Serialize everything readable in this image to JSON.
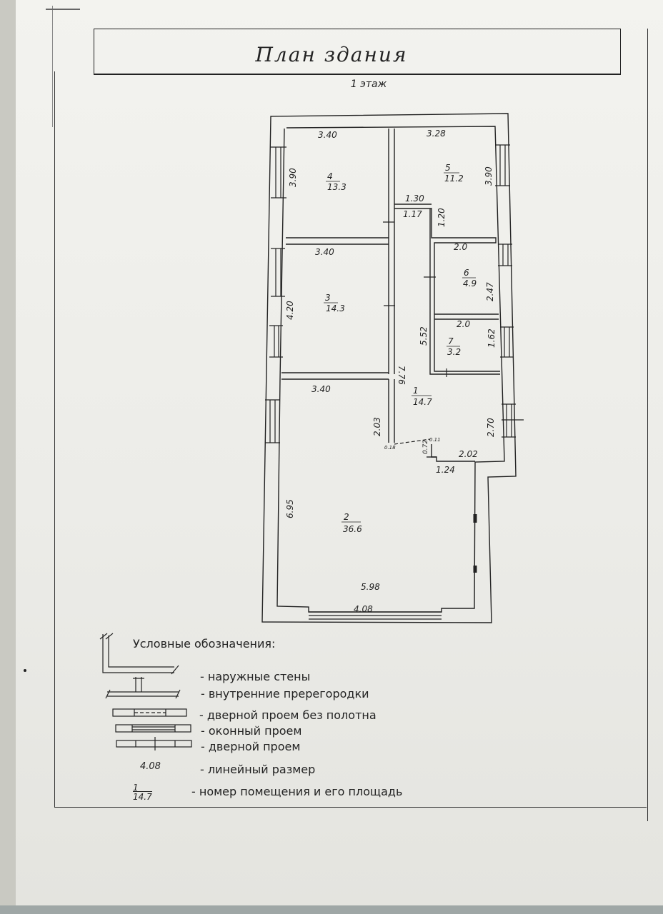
{
  "title": "План  здания",
  "floor": "1  этаж",
  "rooms": [
    {
      "number": "1",
      "area": "14.7"
    },
    {
      "number": "2",
      "area": "36.6"
    },
    {
      "number": "3",
      "area": "14.3"
    },
    {
      "number": "4",
      "area": "13.3"
    },
    {
      "number": "5",
      "area": "11.2"
    },
    {
      "number": "6",
      "area": "4.9"
    },
    {
      "number": "7",
      "area": "3.2"
    }
  ],
  "dimensions": [
    "3.40",
    "3.28",
    "3.90",
    "3.90",
    "1.30",
    "1.17",
    "1.20",
    "2.0",
    "2.47",
    "3.40",
    "4.20",
    "5.52",
    "7.76",
    "2.0",
    "1.62",
    "3.40",
    "2.03",
    "2.70",
    "0.11",
    "0.18",
    "0.72",
    "2.02",
    "1.24",
    "6.95",
    "5.98",
    "4.08"
  ],
  "legend": {
    "title": "Условные обозначения:",
    "items": [
      "- наружные стены",
      "- внутренние пререгородки",
      "- дверной проем без полотна",
      "- оконный проем",
      "- дверной проем",
      "- линейный размер",
      "- номер помещения и его площадь"
    ],
    "dim_example": "4.08",
    "room_example_number": "1",
    "room_example_area": "14.7"
  }
}
